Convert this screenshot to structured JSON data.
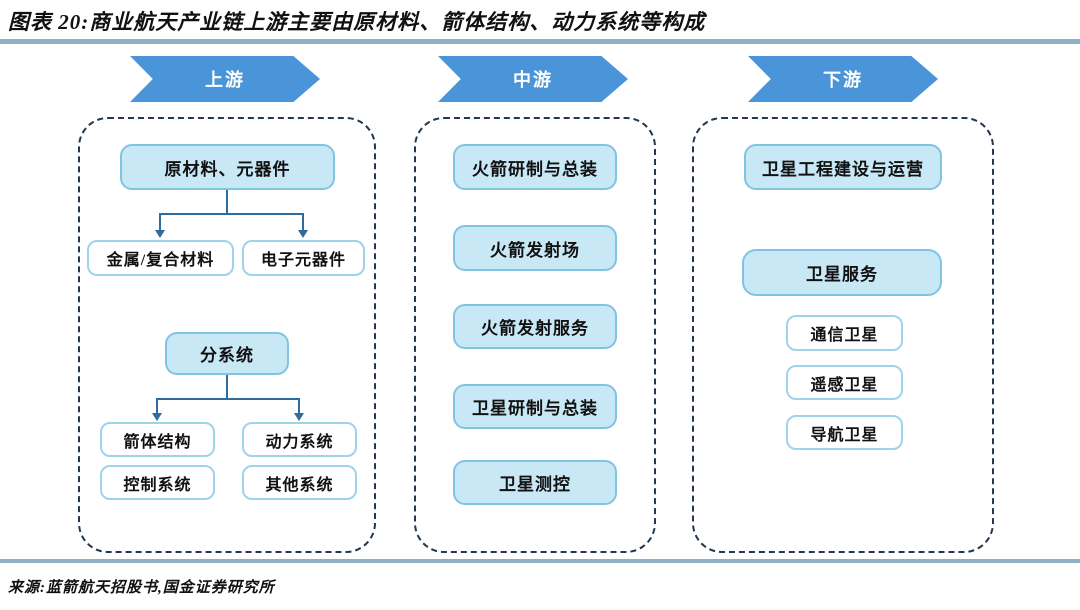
{
  "title": "图表 20:商业航天产业链上游主要由原材料、箭体结构、动力系统等构成",
  "source": "来源:蓝箭航天招股书,国金证券研究所",
  "colors": {
    "arrow_blue": "#4a94d9",
    "box_fill": "#c9e8f6",
    "box_border": "#7fc4e2",
    "outline_border": "#9ed3ec",
    "connector": "#2e6b9e",
    "dashed_border": "#233750",
    "divider": "#8fafc5",
    "text": "#111111"
  },
  "diagram": {
    "upstream": {
      "header": "上游",
      "group1": {
        "parent": "原材料、元器件",
        "children": [
          "金属/复合材料",
          "电子元器件"
        ]
      },
      "group2": {
        "parent": "分系统",
        "children": [
          "箭体结构",
          "动力系统"
        ],
        "extras": [
          "控制系统",
          "其他系统"
        ]
      }
    },
    "midstream": {
      "header": "中游",
      "boxes": [
        "火箭研制与总装",
        "火箭发射场",
        "火箭发射服务",
        "卫星研制与总装",
        "卫星测控"
      ]
    },
    "downstream": {
      "header": "下游",
      "box1": "卫星工程建设与运营",
      "box2": "卫星服务",
      "satellites": [
        "通信卫星",
        "遥感卫星",
        "导航卫星"
      ]
    }
  }
}
